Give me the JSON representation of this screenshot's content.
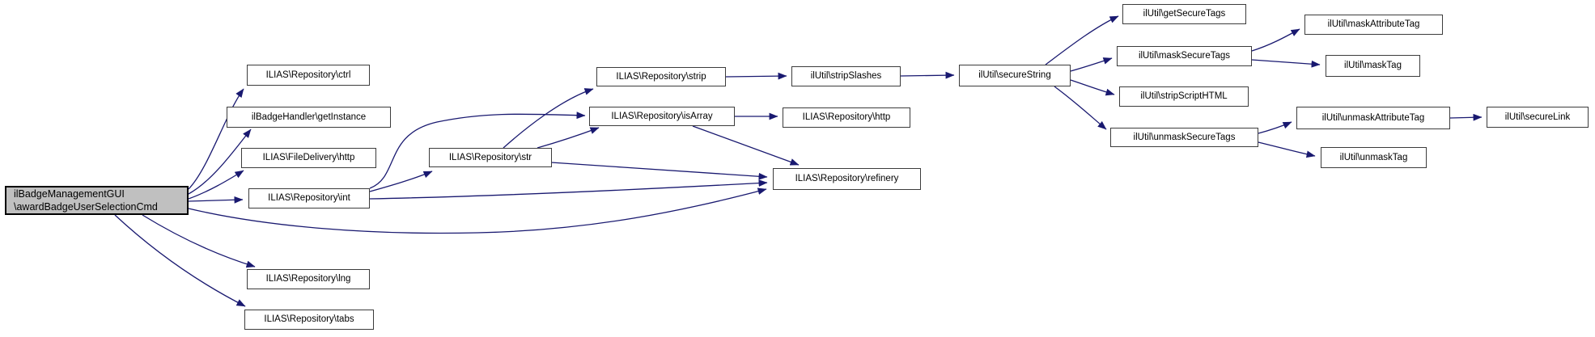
{
  "diagram": {
    "kind": "call-graph",
    "colors": {
      "background": "#ffffff",
      "edge": "#191970",
      "node_border": "#3c3c3c",
      "node_fill": "#ffffff",
      "main_node_fill": "#c0c0c0",
      "text": "#000000"
    },
    "nodes": [
      {
        "id": "main",
        "main": true,
        "lines": [
          "ilBadgeManagementGUI",
          "\\awardBadgeUserSelectionCmd"
        ],
        "label": "ilBadgeManagementGUI\\awardBadgeUserSelectionCmd"
      },
      {
        "id": "ctrl",
        "lines": [
          "ILIAS\\Repository\\ctrl"
        ],
        "label": "ILIAS\\Repository\\ctrl"
      },
      {
        "id": "getInstance",
        "lines": [
          "ilBadgeHandler\\getInstance"
        ],
        "label": "ilBadgeHandler\\getInstance"
      },
      {
        "id": "fdhttp",
        "lines": [
          "ILIAS\\FileDelivery\\http"
        ],
        "label": "ILIAS\\FileDelivery\\http"
      },
      {
        "id": "int",
        "lines": [
          "ILIAS\\Repository\\int"
        ],
        "label": "ILIAS\\Repository\\int"
      },
      {
        "id": "lng",
        "lines": [
          "ILIAS\\Repository\\lng"
        ],
        "label": "ILIAS\\Repository\\lng"
      },
      {
        "id": "tabs",
        "lines": [
          "ILIAS\\Repository\\tabs"
        ],
        "label": "ILIAS\\Repository\\tabs"
      },
      {
        "id": "str",
        "lines": [
          "ILIAS\\Repository\\str"
        ],
        "label": "ILIAS\\Repository\\str"
      },
      {
        "id": "strip",
        "lines": [
          "ILIAS\\Repository\\strip"
        ],
        "label": "ILIAS\\Repository\\strip"
      },
      {
        "id": "isArray",
        "lines": [
          "ILIAS\\Repository\\isArray"
        ],
        "label": "ILIAS\\Repository\\isArray"
      },
      {
        "id": "stripSlashes",
        "lines": [
          "ilUtil\\stripSlashes"
        ],
        "label": "ilUtil\\stripSlashes"
      },
      {
        "id": "rephttp",
        "lines": [
          "ILIAS\\Repository\\http"
        ],
        "label": "ILIAS\\Repository\\http"
      },
      {
        "id": "refinery",
        "lines": [
          "ILIAS\\Repository\\refinery"
        ],
        "label": "ILIAS\\Repository\\refinery"
      },
      {
        "id": "secureString",
        "lines": [
          "ilUtil\\secureString"
        ],
        "label": "ilUtil\\secureString"
      },
      {
        "id": "getSecureTags",
        "lines": [
          "ilUtil\\getSecureTags"
        ],
        "label": "ilUtil\\getSecureTags"
      },
      {
        "id": "maskSecureTags",
        "lines": [
          "ilUtil\\maskSecureTags"
        ],
        "label": "ilUtil\\maskSecureTags"
      },
      {
        "id": "stripScriptHTML",
        "lines": [
          "ilUtil\\stripScriptHTML"
        ],
        "label": "ilUtil\\stripScriptHTML"
      },
      {
        "id": "unmaskSecureTags",
        "lines": [
          "ilUtil\\unmaskSecureTags"
        ],
        "label": "ilUtil\\unmaskSecureTags"
      },
      {
        "id": "maskAttributeTag",
        "lines": [
          "ilUtil\\maskAttributeTag"
        ],
        "label": "ilUtil\\maskAttributeTag"
      },
      {
        "id": "maskTag",
        "lines": [
          "ilUtil\\maskTag"
        ],
        "label": "ilUtil\\maskTag"
      },
      {
        "id": "unmaskAttributeTag",
        "lines": [
          "ilUtil\\unmaskAttributeTag"
        ],
        "label": "ilUtil\\unmaskAttributeTag"
      },
      {
        "id": "secureLink",
        "lines": [
          "ilUtil\\secureLink"
        ],
        "label": "ilUtil\\secureLink"
      },
      {
        "id": "unmaskTag",
        "lines": [
          "ilUtil\\unmaskTag"
        ],
        "label": "ilUtil\\unmaskTag"
      }
    ],
    "edges": [
      {
        "from": "main",
        "to": "ctrl"
      },
      {
        "from": "main",
        "to": "getInstance"
      },
      {
        "from": "main",
        "to": "fdhttp"
      },
      {
        "from": "main",
        "to": "int"
      },
      {
        "from": "main",
        "to": "lng"
      },
      {
        "from": "main",
        "to": "tabs"
      },
      {
        "from": "main",
        "to": "refinery"
      },
      {
        "from": "int",
        "to": "str"
      },
      {
        "from": "int",
        "to": "isArray"
      },
      {
        "from": "int",
        "to": "refinery"
      },
      {
        "from": "str",
        "to": "strip"
      },
      {
        "from": "str",
        "to": "isArray"
      },
      {
        "from": "str",
        "to": "refinery"
      },
      {
        "from": "isArray",
        "to": "rephttp"
      },
      {
        "from": "isArray",
        "to": "refinery"
      },
      {
        "from": "strip",
        "to": "stripSlashes"
      },
      {
        "from": "stripSlashes",
        "to": "secureString"
      },
      {
        "from": "secureString",
        "to": "getSecureTags"
      },
      {
        "from": "secureString",
        "to": "maskSecureTags"
      },
      {
        "from": "secureString",
        "to": "stripScriptHTML"
      },
      {
        "from": "secureString",
        "to": "unmaskSecureTags"
      },
      {
        "from": "maskSecureTags",
        "to": "maskAttributeTag"
      },
      {
        "from": "maskSecureTags",
        "to": "maskTag"
      },
      {
        "from": "unmaskSecureTags",
        "to": "unmaskAttributeTag"
      },
      {
        "from": "unmaskSecureTags",
        "to": "unmaskTag"
      },
      {
        "from": "unmaskAttributeTag",
        "to": "secureLink"
      }
    ]
  }
}
